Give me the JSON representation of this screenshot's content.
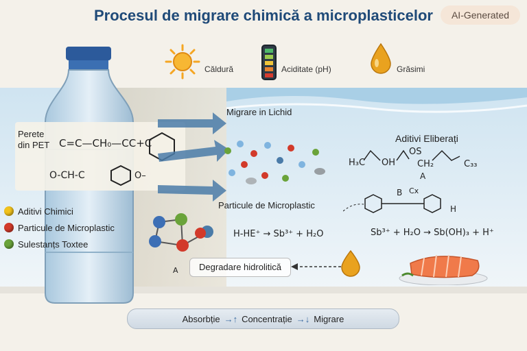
{
  "title": "Procesul de migrare chimică a microplasticelor",
  "badge": "AI-Generated",
  "top_icons": [
    {
      "icon": "sun-icon",
      "label": "Căldură"
    },
    {
      "icon": "ph-meter-icon",
      "label": "Aciditate (pH)"
    },
    {
      "icon": "oil-drop-icon",
      "label": "Grăsimi"
    }
  ],
  "left": {
    "wall_label_1": "Perete",
    "wall_label_2": "din PET",
    "pet_formula_1": "C=C—CH₀—CC+C",
    "pet_formula_2": "O-CH-C",
    "pet_formula_tail": "O–"
  },
  "liquid": {
    "migration_label": "Migrare in Lichid",
    "released_additives": "Aditivi Eliberați",
    "formula_r1": "H₃C",
    "formula_r2": "OH",
    "formula_r3": "OS",
    "formula_r4": "C₃₃",
    "formula_r5": "A",
    "formula_r6": "CH₂",
    "microplastic_particles": "Particule de Microplastic",
    "sb_label": "B",
    "sb_cx": "Cx",
    "sb_h": "H",
    "equation_left": "H-HE⁺ → Sb³⁺ + H₂O",
    "equation_right": "Sb³⁺ + H₂O → Sb(OH)₃ + H⁺",
    "degradation": "Degradare hidrolitică",
    "small_a": "A"
  },
  "legend": [
    {
      "label": "Aditivi Chimici",
      "color": "#f2c21c"
    },
    {
      "label": "Particule de Microplastic",
      "color": "#d23a2a"
    },
    {
      "label": "Sulestanțs Toxtee",
      "color": "#6aa33a"
    }
  ],
  "bottom_bar": {
    "item1": "Absorbție",
    "item2": "Concentrație",
    "item3": "Migrare"
  }
}
